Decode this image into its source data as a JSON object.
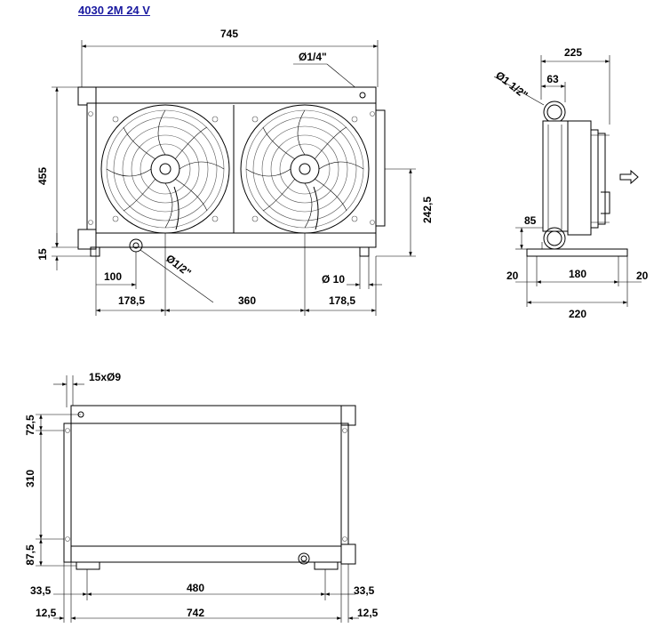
{
  "title": "4030 2M 24 V",
  "front_view": {
    "width": "745",
    "tap_small": "Ø1/4\"",
    "height": "455",
    "foot": "15",
    "outlet": "Ø1/2\"",
    "offset": "100",
    "pitch_left": "178,5",
    "pitch_mid": "360",
    "pitch_right": "178,5",
    "hole": "Ø 10",
    "centre_height": "242,5"
  },
  "side_view": {
    "depth": "225",
    "port": "Ø1 1/2\"",
    "port_offset": "63",
    "low_height": "85",
    "margin_left": "20",
    "base_mid": "180",
    "margin_right": "20",
    "base_total": "220"
  },
  "top_view": {
    "holes": "15xØ9",
    "top_offset": "72,5",
    "mid_height": "310",
    "bottom_offset": "87,5",
    "inner_left": "33,5",
    "inner_span": "480",
    "inner_right": "33,5",
    "outer_left": "12,5",
    "outer_span": "742",
    "outer_right": "12,5"
  }
}
